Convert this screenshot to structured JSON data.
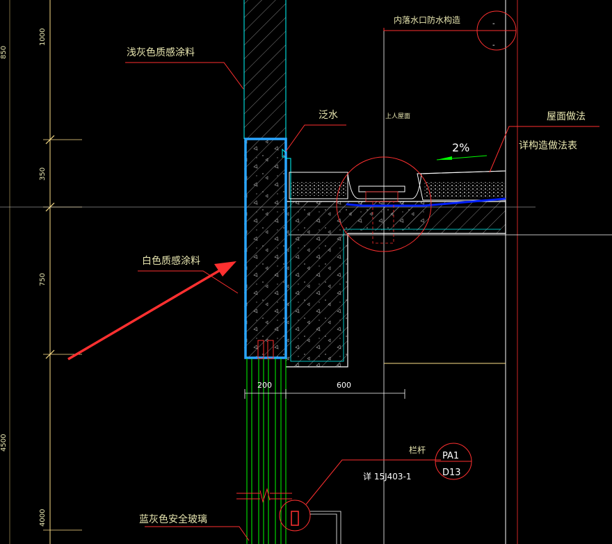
{
  "labels": {
    "light_gray_coating": "浅灰色质感涂料",
    "flashing": "泛水",
    "waterproof_detail": "内落水口防水构造",
    "roof_practice": "屋面做法",
    "see_schedule": "详构造做法表",
    "accessible_roof": "上人屋面",
    "slope": "2%",
    "white_coating": "白色质感涂料",
    "blue_gray_glass": "蓝灰色安全玻璃",
    "railing": "栏杆",
    "detail_ref": "详 15J403-1",
    "index_code": "PA1",
    "index_sheet": "D13",
    "bubble_top": "-",
    "bubble_bottom": "-"
  },
  "dimensions": {
    "d_1000": "1000",
    "d_350": "350",
    "d_750": "750",
    "d_4500": "4500",
    "d_4000": "4000",
    "d_850": "850",
    "d_200": "200",
    "d_600": "600"
  },
  "colors": {
    "background": "#000000",
    "wall_outline": "#00ffff",
    "highlight": "#2aa6ff",
    "leader": "#ff2020",
    "arrow": "#ff3030",
    "glass": "#00ff00",
    "waterproof": "#0020ff",
    "dimension": "#ffe28a",
    "text": "#e8e6b0"
  }
}
